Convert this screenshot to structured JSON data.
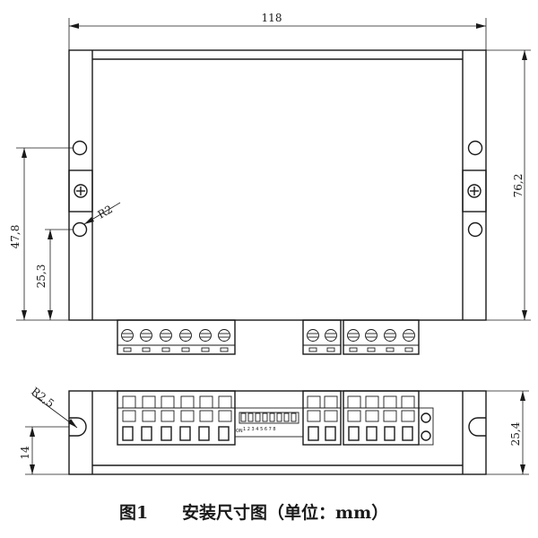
{
  "dimensions": {
    "width_top": "118",
    "height_right": "76,2",
    "height_left_outer": "47,8",
    "height_left_inner": "25,3",
    "radius_hole": "R2",
    "radius_slot": "R2,5",
    "side_height_left": "14",
    "side_height_right": "25,4"
  },
  "dip_switch": {
    "on_label": "ON",
    "numbers": "1 2 3 4 5 6 7 8"
  },
  "caption": {
    "figure_label": "图1",
    "title": "安装尺寸图（单位：mm）"
  }
}
